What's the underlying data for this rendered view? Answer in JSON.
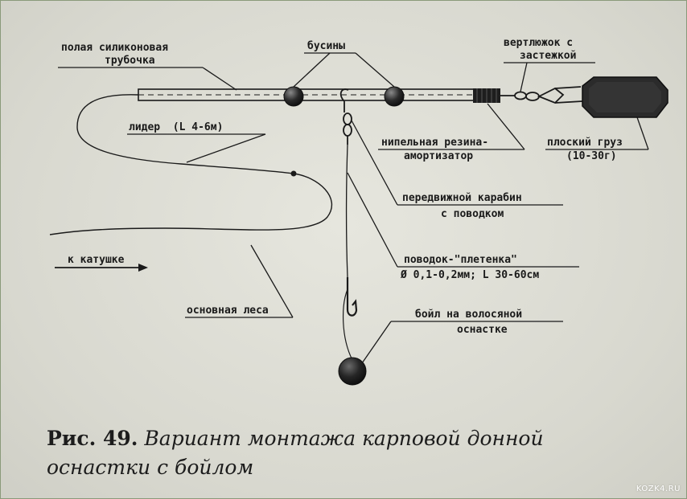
{
  "labels": {
    "tube_line1": "полая силиконовая",
    "tube_line2": "трубочка",
    "beads": "бусины",
    "swivel_line1": "вертлюжок с",
    "swivel_line2": "застежкой",
    "leader": "лидер  (L 4-6м)",
    "rubber_line1": "нипельная резина-",
    "rubber_line2": "амортизатор",
    "weight_line1": "плоский груз",
    "weight_line2": "(10-30г)",
    "carabiner_line1": "передвижной карабин",
    "carabiner_line2": "с поводком",
    "reel": "к катушке",
    "braid_line1": "поводок-\"плетенка\"",
    "braid_line2": "Ø 0,1-0,2мм; L 30-60см",
    "mainline": "основная леса",
    "boilie_line1": "бойл на волосяной",
    "boilie_line2": "оснастке"
  },
  "caption": {
    "number": "Рис. 49.",
    "text_line1": "Вариант монтажа карповой донной",
    "text_line2": "оснастки с бойлом"
  },
  "watermark": "KOZK4.RU",
  "colors": {
    "ink": "#1a1a1a",
    "background": "#dcdcd4"
  }
}
